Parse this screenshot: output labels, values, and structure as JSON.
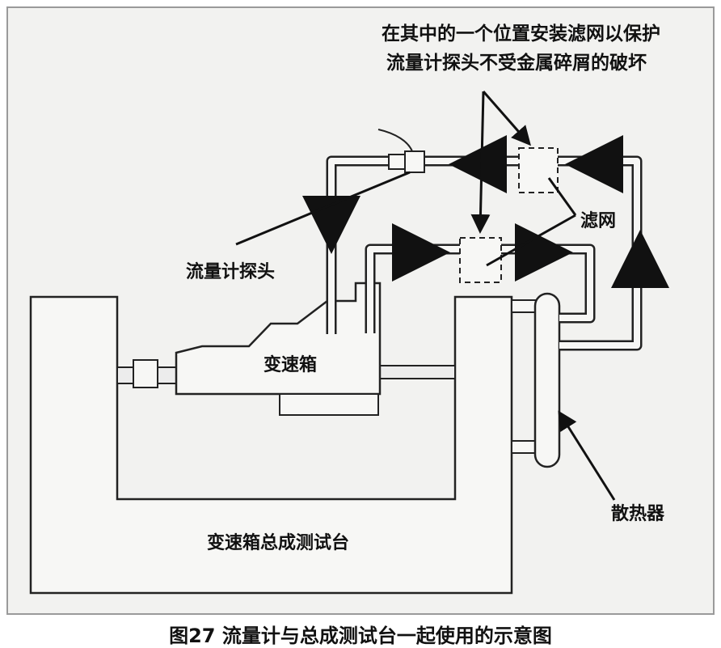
{
  "annotation": {
    "line1": "在其中的一个位置安装滤网以保护",
    "line2": "流量计探头不受金属碎屑的破坏"
  },
  "labels": {
    "flowmeter_probe": "流量计探头",
    "filter": "滤网",
    "transmission": "变速箱",
    "test_bench": "变速箱总成测试台",
    "radiator": "散热器"
  },
  "caption": "图27 流量计与总成测试台一起使用的示意图"
}
